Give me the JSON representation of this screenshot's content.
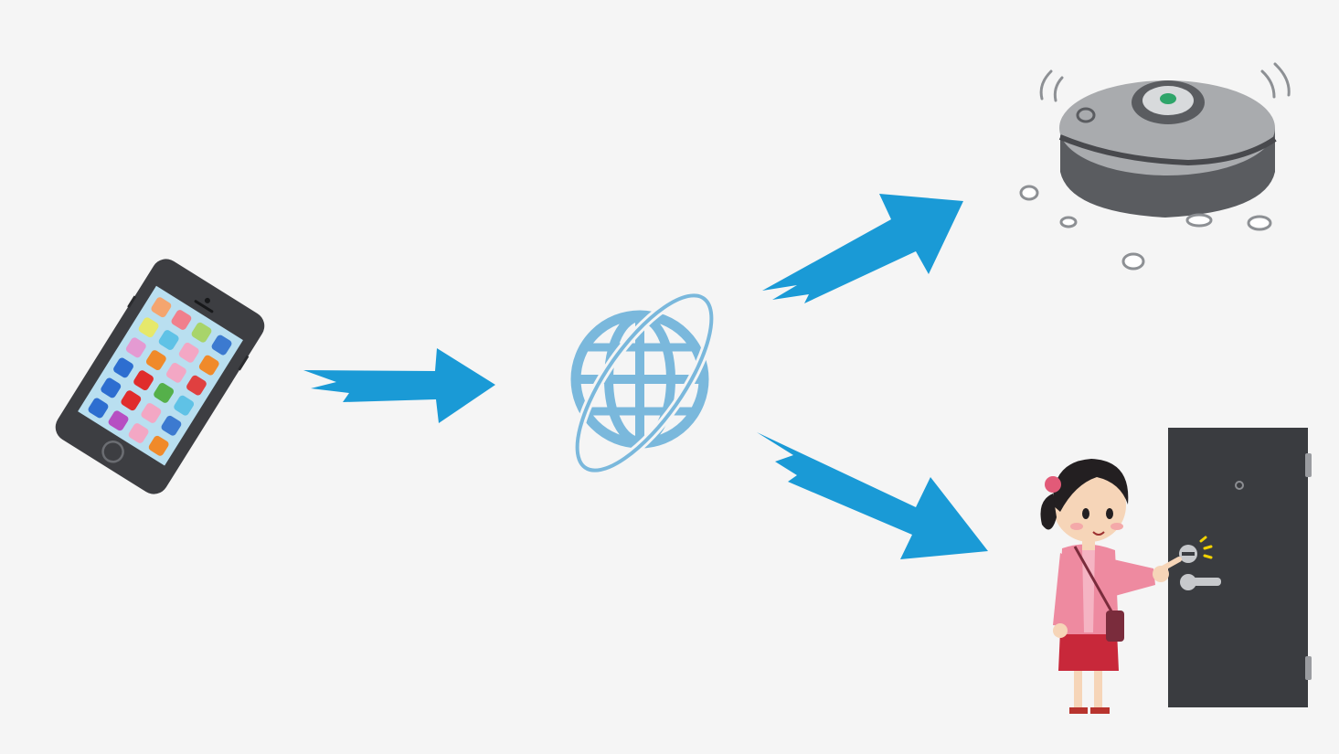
{
  "diagram": {
    "nodes": [
      {
        "id": "smartphone",
        "icon": "smartphone-icon"
      },
      {
        "id": "internet",
        "icon": "globe-icon"
      },
      {
        "id": "robot-vacuum",
        "icon": "robot-vacuum-icon"
      },
      {
        "id": "smart-lock",
        "icon": "smart-lock-door-icon"
      }
    ],
    "edges": [
      {
        "from": "smartphone",
        "to": "internet"
      },
      {
        "from": "internet",
        "to": "robot-vacuum"
      },
      {
        "from": "internet",
        "to": "smart-lock"
      }
    ]
  },
  "colors": {
    "background": "#f5f5f5",
    "arrow": "#1a9ad6",
    "globe": "#7ab8dc",
    "phone_body": "#3d3e42",
    "vacuum_body": "#a9abae",
    "door": "#3a3c40",
    "girl_top": "#ee8aa0",
    "girl_skirt": "#c8283a"
  }
}
